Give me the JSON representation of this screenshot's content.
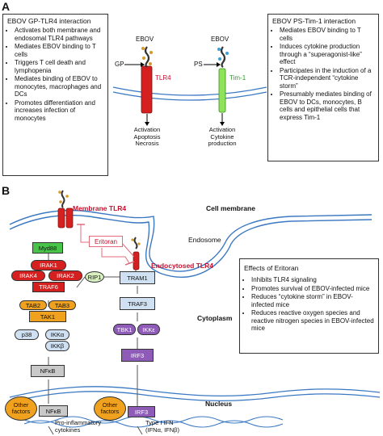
{
  "panel_a": {
    "letter": "A",
    "left_box": {
      "title": "EBOV GP-TLR4 interaction",
      "items": [
        "Activates both membrane and endosomal TLR4 pathways",
        "Mediates EBOV binding to T cells",
        "Triggers T cell death and lymphopenia",
        "Mediates binding of EBOV to monocytes, macrophages and DCs",
        "Promotes differentiation and increases infection of monocytes"
      ]
    },
    "right_box": {
      "title": "EBOV PS-Tim-1 interaction",
      "items": [
        "Mediates EBOV binding to T cells",
        "Induces cytokine production through a “superagonist-like” effect",
        "Participates in the induction of a TCR-independent “cytokine storm”",
        "Presumably mediates binding of EBOV to DCs, monocytes, B cells and epithelial cells that express Tim-1"
      ]
    },
    "tlr4_diagram": {
      "virus": "EBOV",
      "ligand": "GP",
      "receptor": "TLR4",
      "outcome": [
        "Activation",
        "Apoptosis",
        "Necrosis"
      ]
    },
    "tim1_diagram": {
      "virus": "EBOV",
      "ligand": "PS",
      "receptor": "Tim-1",
      "outcome": [
        "Activation",
        "Cytokine",
        "production"
      ]
    }
  },
  "panel_b": {
    "letter": "B",
    "labels": {
      "membrane_tlr4": "Membrane TLR4",
      "cell_membrane": "Cell membrane",
      "endosome": "Endosome",
      "endocytosed_tlr4": "Endocytosed TLR4",
      "cytoplasm": "Cytoplasm",
      "nucleus": "Nucleus",
      "eritoran": "Eritoran"
    },
    "nodes": {
      "myd88": "Myd88",
      "irak1": "IRAK1",
      "irak4": "IRAK4",
      "irak2": "IRAK2",
      "traf6": "TRAF6",
      "rip1": "RIP1",
      "tram1": "TRAM1",
      "tab2": "TAB2",
      "tab3": "TAB3",
      "tak1": "TAK1",
      "traf3": "TRAF3",
      "p38": "p38",
      "ikka": "IKKα",
      "ikkb": "IKKβ",
      "tbk1": "TBK1",
      "ikke": "IKKε",
      "nfkb": "NFκB",
      "irf3": "IRF3",
      "other_factors_1": "Other factors",
      "nfkb_nuc": "NFκB",
      "other_factors_2": "Other factors",
      "irf3_nuc": "IRF3"
    },
    "outputs": {
      "left": [
        "Pro-inflammatory",
        "cytokines"
      ],
      "right": [
        "Type I IFN",
        "(IFNα, IFNβ)"
      ]
    },
    "effects_box": {
      "title": "Effects of Eritoran",
      "items": [
        "Inhibits TLR4 signaling",
        "Promotes  survival of EBOV-infected mice",
        "Reduces “cytokine storm” in EBOV-infected mice",
        "Reduces reactive oxygen species and reactive nitrogen species in EBOV-infected mice"
      ]
    }
  },
  "colors": {
    "green": "#48c548",
    "red": "#d62020",
    "orange": "#f0a21e",
    "gray": "#c9c9c9",
    "light_green": "#d8efc0",
    "light_blue": "#cfe0f2",
    "purple": "#8e5bb8",
    "membrane_blue": "#3b78c2",
    "label_red": "#c8102e"
  }
}
